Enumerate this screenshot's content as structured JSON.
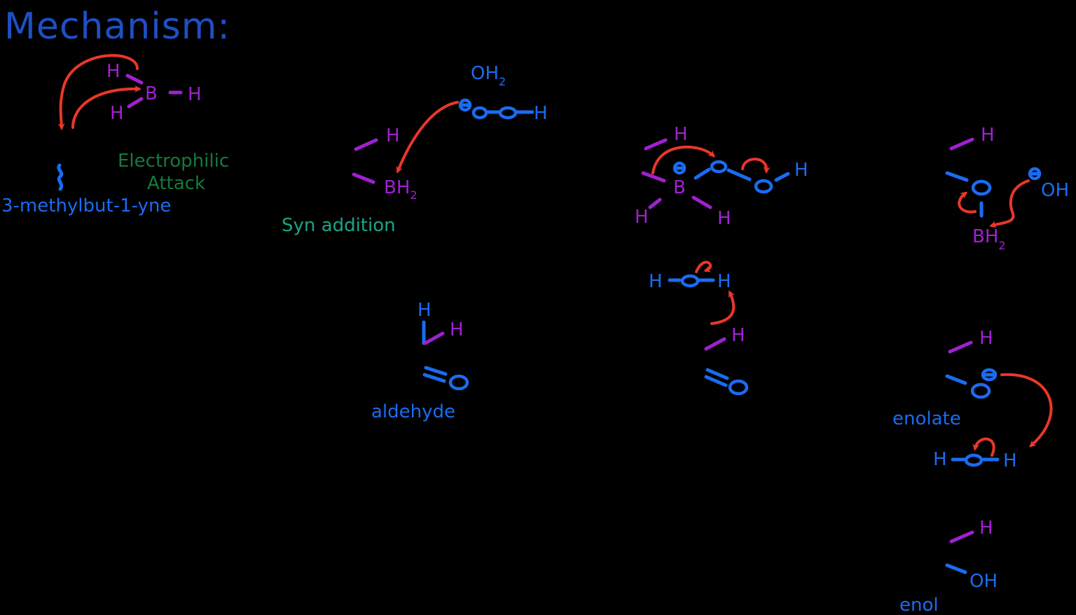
{
  "title": "Mechanism:",
  "colors": {
    "background": "#000000",
    "title": "#1e4fc4",
    "label_blue": "#1a6cf0",
    "label_green": "#157a3c",
    "label_teal": "#1aa586",
    "boron_purple": "#a020d0",
    "arrow_red": "#e8372a"
  },
  "step1": {
    "reagent": {
      "H_top": "H",
      "B": "B",
      "H_right": "H",
      "H_bottom": "H"
    },
    "squiggle_icon": "wavy-bond",
    "substrate_label": "3-methylbut-1-yne",
    "annotation_line1": "Electrophilic",
    "annotation_line2": "Attack"
  },
  "step2": {
    "H": "H",
    "BH": "BH",
    "BH_sub": "2",
    "annotation": "Syn addition",
    "water": "OH",
    "water_sub": "2",
    "peroxide_charge": "⊖",
    "peroxide_H": "H"
  },
  "step3": {
    "H_top": "H",
    "B": "B",
    "B_charge": "⊖",
    "H_left": "H",
    "H_right": "H",
    "peroxide_H": "H"
  },
  "step4": {
    "H_top": "H",
    "BH": "BH",
    "BH_sub": "2",
    "hydroxide_charge": "⊖",
    "hydroxide": "OH"
  },
  "step5": {
    "H_top": "H",
    "O_charge": "⊖",
    "label": "enolate",
    "water_left_H": "H",
    "water_right_H": "H"
  },
  "step6": {
    "H_top": "H",
    "OH": "OH",
    "label": "enol"
  },
  "step7": {
    "water_left_H": "H",
    "water_right_H": "H",
    "H_purple": "H"
  },
  "step8": {
    "H_top": "H",
    "H_right": "H",
    "label": "aldehyde"
  }
}
